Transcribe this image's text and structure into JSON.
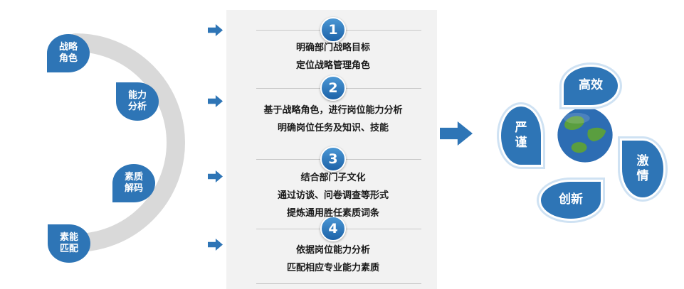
{
  "colors": {
    "accent_blue": "#2e75b6",
    "panel_bg": "#f2f2f2",
    "arc_gray": "#d9d9d9",
    "divider_gray": "#c8c8c8",
    "globe_ocean": "#2d6db3",
    "globe_land": "#5a9e3f"
  },
  "left_stages": {
    "items": [
      {
        "label": "战略\n角色"
      },
      {
        "label": "能力\n分析"
      },
      {
        "label": "素质\n解码"
      },
      {
        "label": "素能\n匹配"
      }
    ]
  },
  "steps": {
    "items": [
      {
        "number": "1",
        "lines": [
          "明确部门战略目标",
          "定位战略管理角色"
        ]
      },
      {
        "number": "2",
        "lines": [
          "基于战略角色，进行岗位能力分析",
          "明确岗位任务及知识、技能"
        ]
      },
      {
        "number": "3",
        "lines": [
          "结合部门子文化",
          "通过访谈、问卷调查等形式",
          "提炼通用胜任素质词条"
        ]
      },
      {
        "number": "4",
        "lines": [
          "依据岗位能力分析",
          "匹配相应专业能力素质"
        ]
      }
    ]
  },
  "values": {
    "top": "高效",
    "right": "激\n情",
    "bottom": "创新",
    "left": "严\n谨"
  },
  "icons": {
    "small_arrow": "arrow-right-icon",
    "big_arrow": "flow-arrow-icon",
    "globe": "globe-icon",
    "cycle_arc": "cycle-arc-icon"
  }
}
